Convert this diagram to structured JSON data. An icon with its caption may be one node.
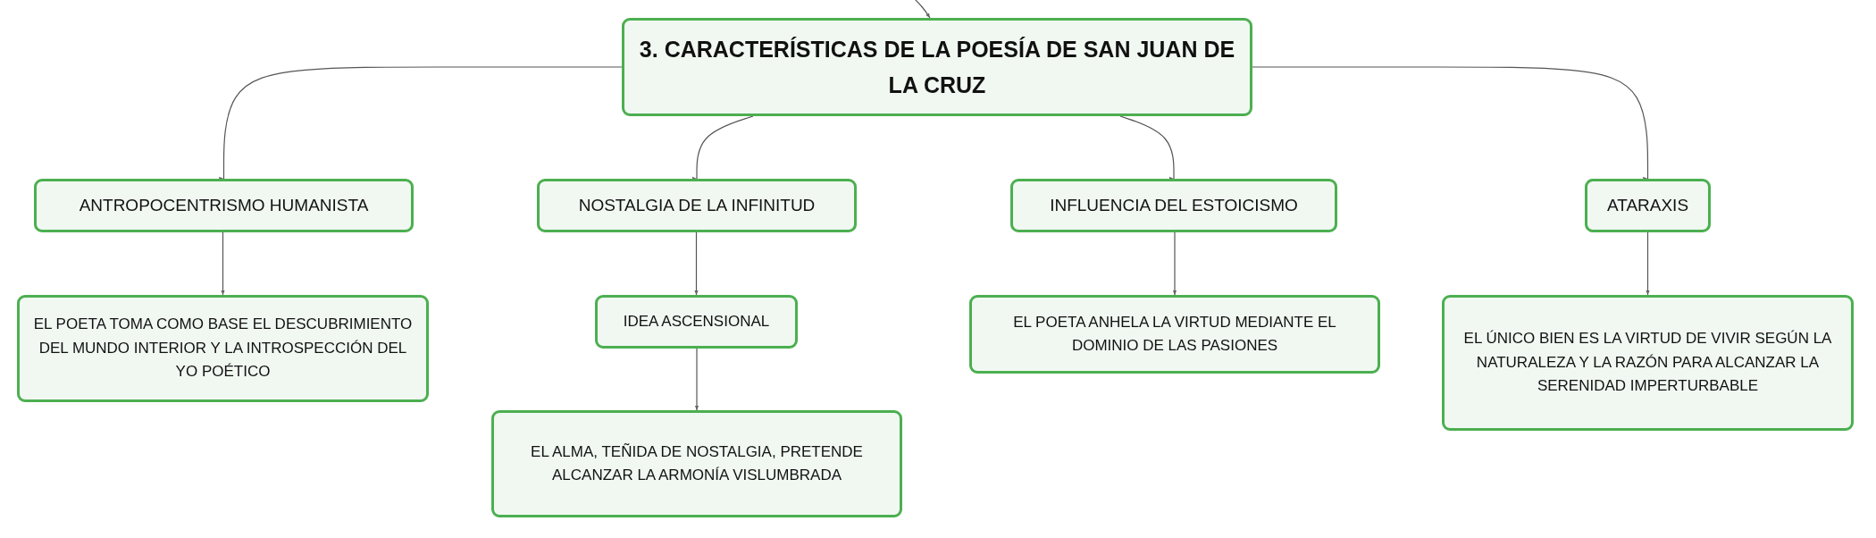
{
  "diagram": {
    "nodes": [
      {
        "text": [
          "3. CARACTERÍSTICAS DE LA POESÍA DE SAN JUAN DE LA CRUZ"
        ]
      },
      {
        "text": [
          "ANTROPOCENTRISMO HUMANISTA"
        ]
      },
      {
        "text": [
          "NOSTALGIA DE LA INFINITUD"
        ]
      },
      {
        "text": [
          "INFLUENCIA DEL ESTOICISMO"
        ]
      },
      {
        "text": [
          "ATARAXIS"
        ]
      },
      {
        "text": [
          "EL POETA TOMA COMO BASE EL DESCUBRIMIENTO DEL MUNDO INTERIOR Y LA INTROSPECCIÓN DEL YO POÉTICO"
        ]
      },
      {
        "text": [
          "IDEA ASCENSIONAL"
        ]
      },
      {
        "text": [
          "EL ALMA, TEÑIDA DE NOSTALGIA, PRETENDE ALCANZAR LA ARMONÍA VISLUMBRADA"
        ]
      },
      {
        "text": [
          "EL POETA ANHELA LA VIRTUD MEDIANTE EL DOMINIO DE LAS PASIONES"
        ]
      },
      {
        "text": [
          "EL ÚNICO BIEN ES LA VIRTUD DE VIVIR SEGÚN LA NATURALEZA Y LA RAZÓN PARA ALCANZAR LA SERENIDAD IMPERTURBABLE"
        ]
      }
    ],
    "edges": [
      {
        "from": null,
        "to": 0,
        "arrow": "to"
      },
      {
        "from": 0,
        "to": 1,
        "arrow": "to"
      },
      {
        "from": 0,
        "to": 2,
        "arrow": "to"
      },
      {
        "from": 0,
        "to": 3,
        "arrow": "to"
      },
      {
        "from": 0,
        "to": 4,
        "arrow": "to"
      },
      {
        "from": 1,
        "to": 5,
        "arrow": "to"
      },
      {
        "from": 2,
        "to": 6,
        "arrow": "to"
      },
      {
        "from": 6,
        "to": 7,
        "arrow": "to"
      },
      {
        "from": 3,
        "to": 8,
        "arrow": "to"
      },
      {
        "from": 4,
        "to": 9,
        "arrow": "to"
      }
    ]
  }
}
